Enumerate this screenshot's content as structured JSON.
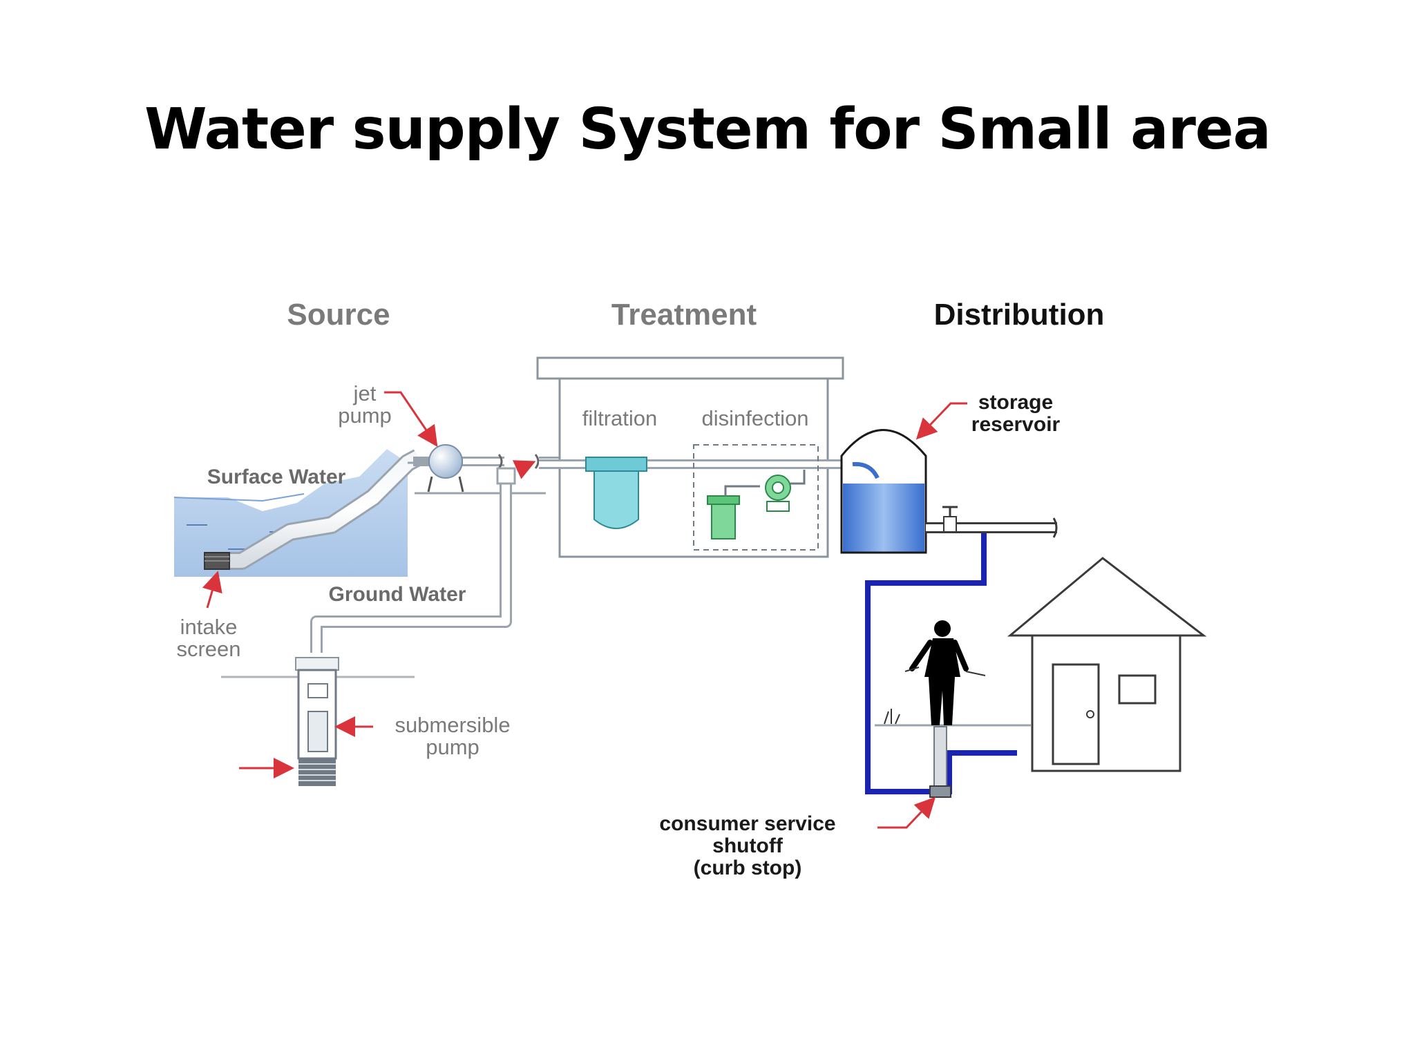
{
  "title": "Water supply System for Small area",
  "sections": {
    "source": "Source",
    "treatment": "Treatment",
    "distribution": "Distribution"
  },
  "labels": {
    "jet_pump_1": "jet",
    "jet_pump_2": "pump",
    "surface_water": "Surface Water",
    "intake_screen_1": "intake",
    "intake_screen_2": "screen",
    "ground_water": "Ground Water",
    "submersible_pump_1": "submersible",
    "submersible_pump_2": "pump",
    "filtration": "filtration",
    "disinfection": "disinfection",
    "storage_reservoir_1": "storage",
    "storage_reservoir_2": "reservoir",
    "curb_stop_1": "consumer service",
    "curb_stop_2": "shutoff",
    "curb_stop_3": "(curb stop)"
  },
  "colors": {
    "arrow": "#d9343b",
    "pipe": "#9aa4ae",
    "water": "#a9c8ea",
    "service_line": "#1a24b0",
    "filter": "#6ecbd6",
    "disinfection_unit": "#5cc57a",
    "section_grey": "#7a7a7a",
    "section_dark": "#111111"
  }
}
